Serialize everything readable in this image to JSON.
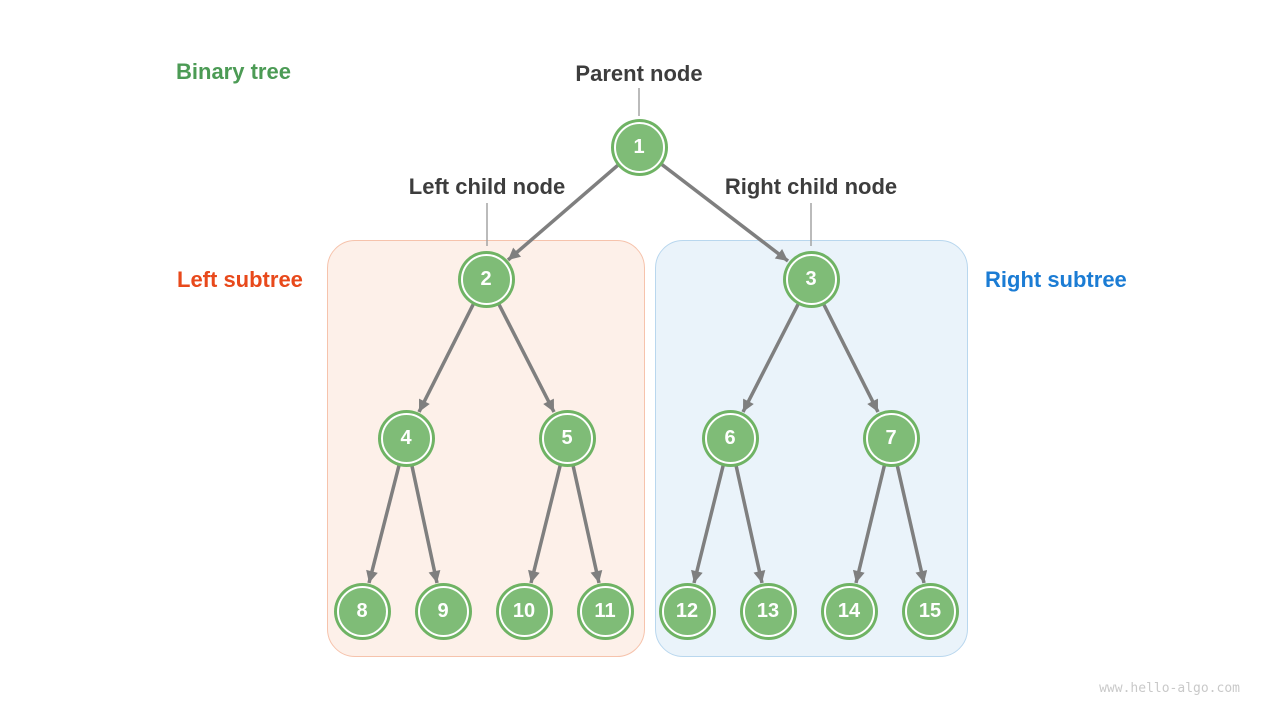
{
  "title": {
    "label": "Binary tree"
  },
  "labels": {
    "parent_node": "Parent node",
    "left_child_node": "Left child node",
    "right_child_node": "Right child node",
    "left_subtree": "Left subtree",
    "right_subtree": "Right subtree"
  },
  "tree": {
    "nodes": [
      {
        "value": "1"
      },
      {
        "value": "2"
      },
      {
        "value": "3"
      },
      {
        "value": "4"
      },
      {
        "value": "5"
      },
      {
        "value": "6"
      },
      {
        "value": "7"
      },
      {
        "value": "8"
      },
      {
        "value": "9"
      },
      {
        "value": "10"
      },
      {
        "value": "11"
      },
      {
        "value": "12"
      },
      {
        "value": "13"
      },
      {
        "value": "14"
      },
      {
        "value": "15"
      }
    ],
    "edges": [
      "1-2",
      "1-3",
      "2-4",
      "2-5",
      "3-6",
      "3-7",
      "4-8",
      "4-9",
      "5-10",
      "5-11",
      "6-12",
      "6-13",
      "7-14",
      "7-15"
    ]
  },
  "watermark": "www.hello-algo.com",
  "colors": {
    "title_green": "#4c9b55",
    "heading_dark": "#3d3d3d",
    "left_subtree_orange": "#e8491b",
    "right_subtree_blue": "#1b7cd4",
    "node_fill": "#7fbc77",
    "node_ring": "#6fb364",
    "edge_gray": "#7f7f7f",
    "connector_gray": "#9e9e9e",
    "left_box_fill": "#fdf0e9",
    "left_box_border": "#f6c3ac",
    "right_box_fill": "#eaf3fa",
    "right_box_border": "#b9d7ee",
    "watermark_gray": "#c9c9c9"
  }
}
